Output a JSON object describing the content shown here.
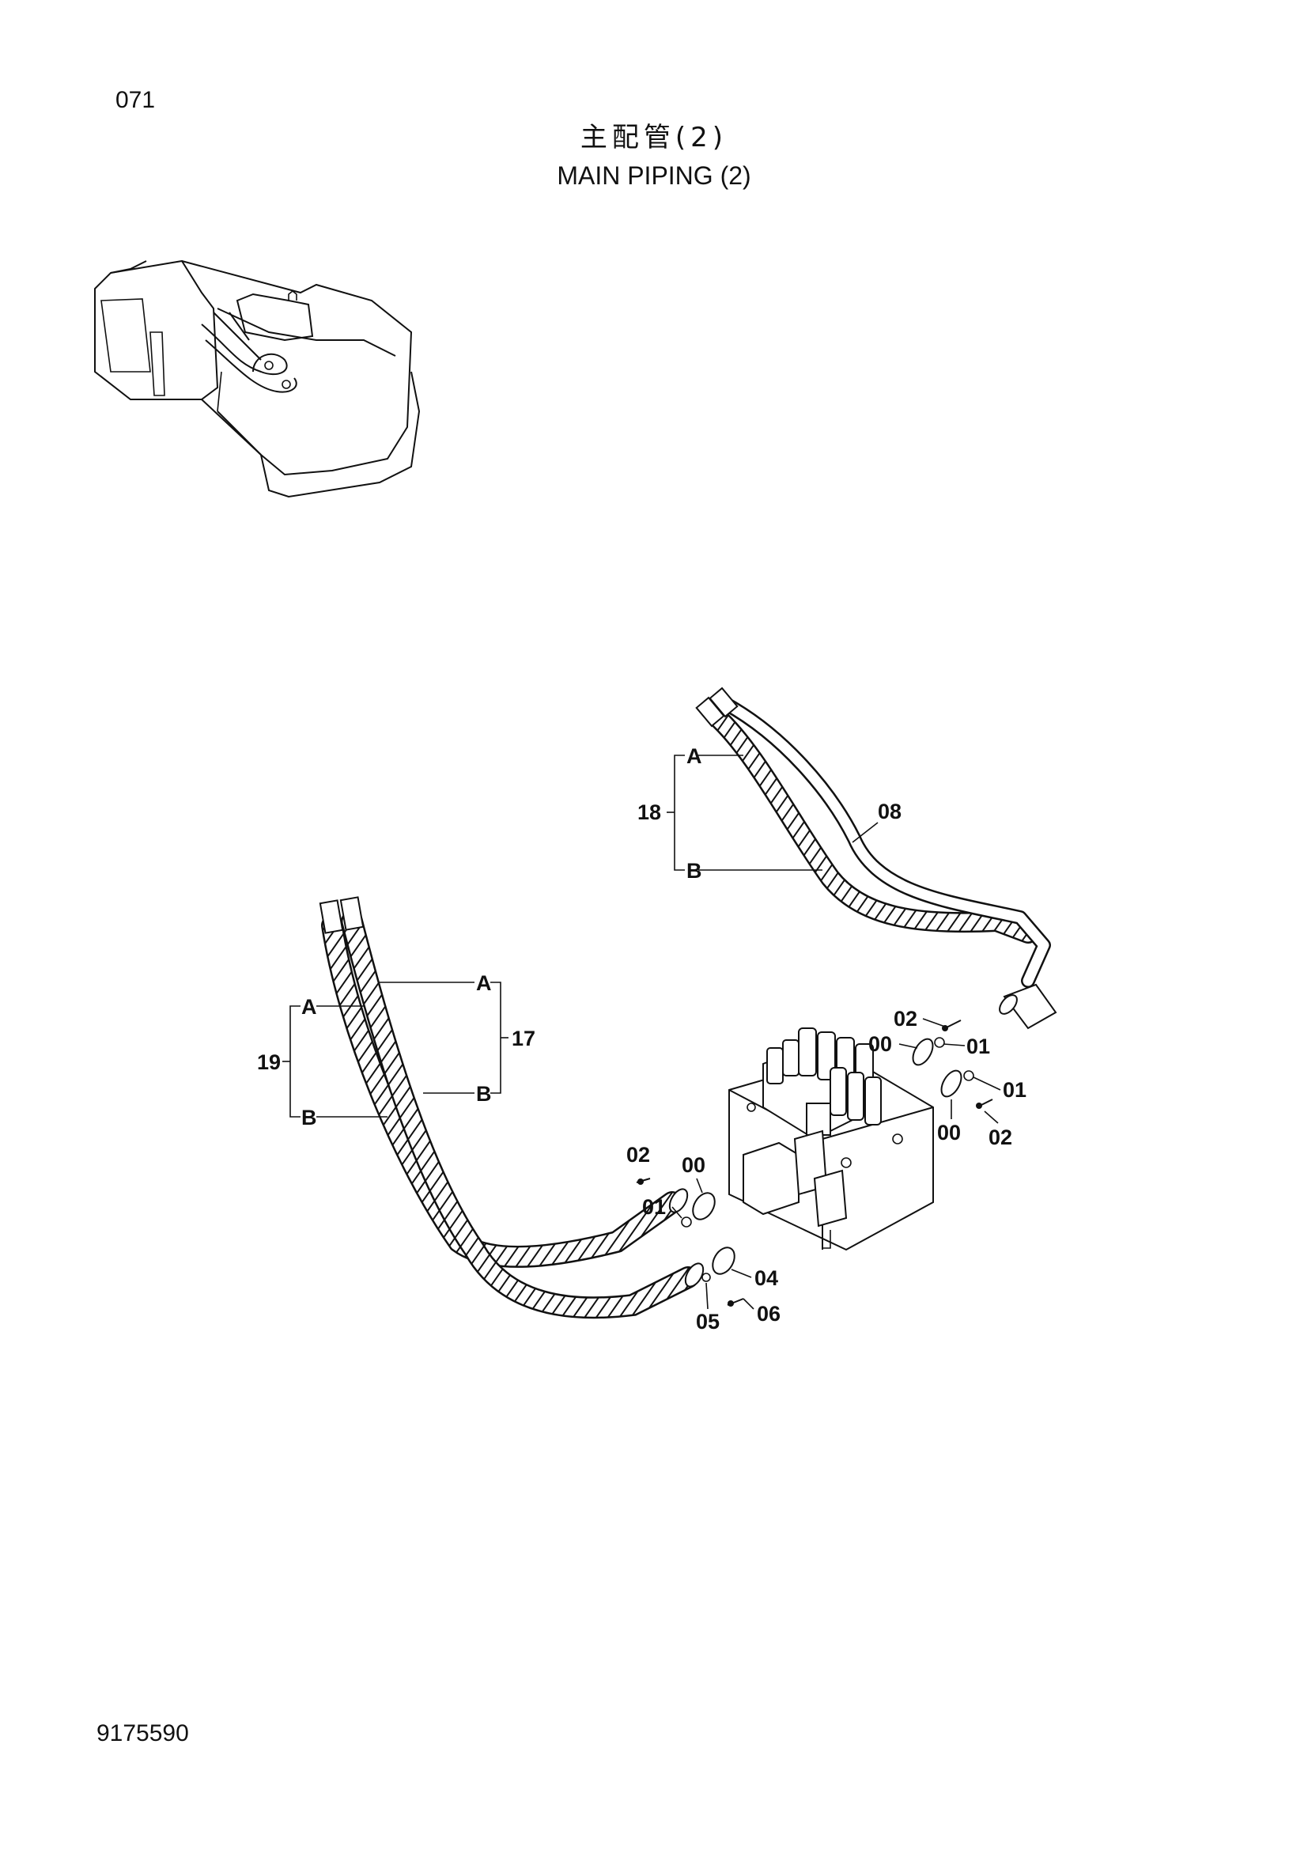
{
  "page_number": "071",
  "title_jp": "主配管(2)",
  "title_en": "MAIN PIPING (2)",
  "document_number": "9175590",
  "callouts": {
    "c18": "18",
    "c08": "08",
    "c17": "17",
    "c19": "19",
    "a": "A",
    "b": "B",
    "c00": "00",
    "c01": "01",
    "c02": "02",
    "c04": "04",
    "c05": "05",
    "c06": "06"
  }
}
